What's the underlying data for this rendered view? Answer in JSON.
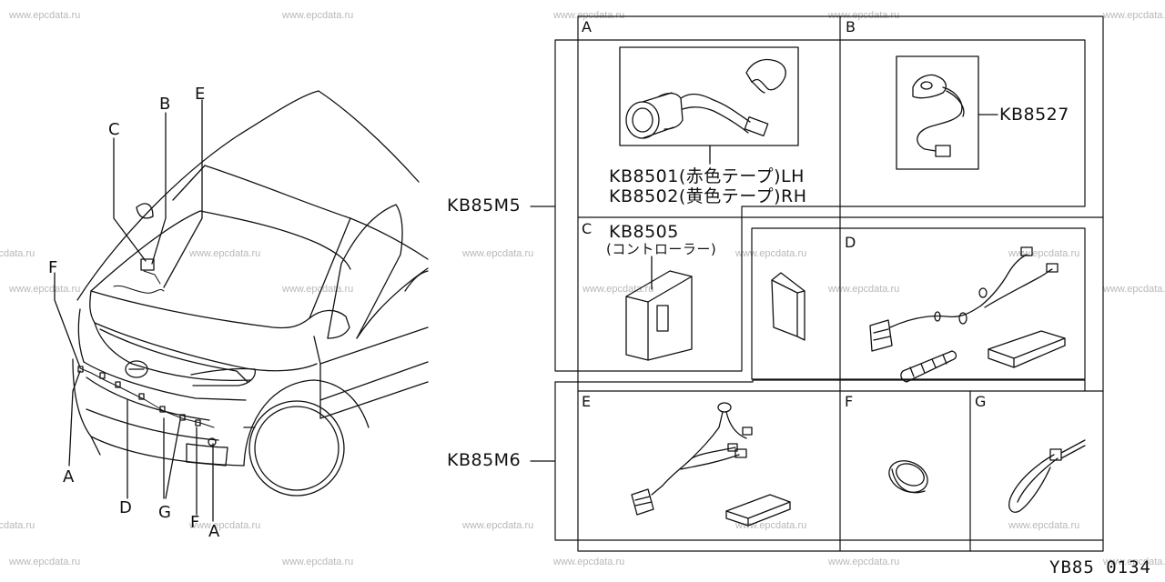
{
  "watermarks": [
    "www.epcdata.ru",
    "www.epcdata.ru",
    "www.epcdata.ru",
    "www.epcdata.ru",
    "www.epcdata.ru",
    "www.epcdata.ru",
    "www.epcdata.ru",
    "www.epcdata.ru",
    "www.epcdata.ru",
    "www.epcdata.ru",
    "www.epcdata.ru",
    "www.epcdata.ru",
    "www.epcdata.ru",
    "www.epcdata.ru",
    "www.epcdata.ru",
    "www.epcdata.ru",
    "www.epcdata.ru",
    "www.epcdata.ru",
    "www.epcdata.ru",
    "www.epcdata.ru",
    "www.epcdata.ru",
    "www.epcdata.ru",
    "www.epcdata.ru",
    "www.epcdata.ru",
    "www.epcdata.ru"
  ],
  "car_callouts": {
    "A_left": "A",
    "A_right": "A",
    "B": "B",
    "C": "C",
    "D": "D",
    "E": "E",
    "F_left": "F",
    "F_bottom": "F",
    "G": "G"
  },
  "kits": {
    "m5": "KB85M5",
    "m6": "KB85M6"
  },
  "cells": {
    "A": {
      "letter": "A",
      "line1": "KB8501(赤色テープ)LH",
      "line2": "KB8502(黄色テープ)RH"
    },
    "B": {
      "letter": "B",
      "code": "KB8527"
    },
    "C": {
      "letter": "C",
      "code": "KB8505",
      "sub": "(コントローラー)"
    },
    "D": {
      "letter": "D"
    },
    "E": {
      "letter": "E"
    },
    "F": {
      "letter": "F"
    },
    "G": {
      "letter": "G"
    }
  },
  "figure_number": "YB85 0134"
}
